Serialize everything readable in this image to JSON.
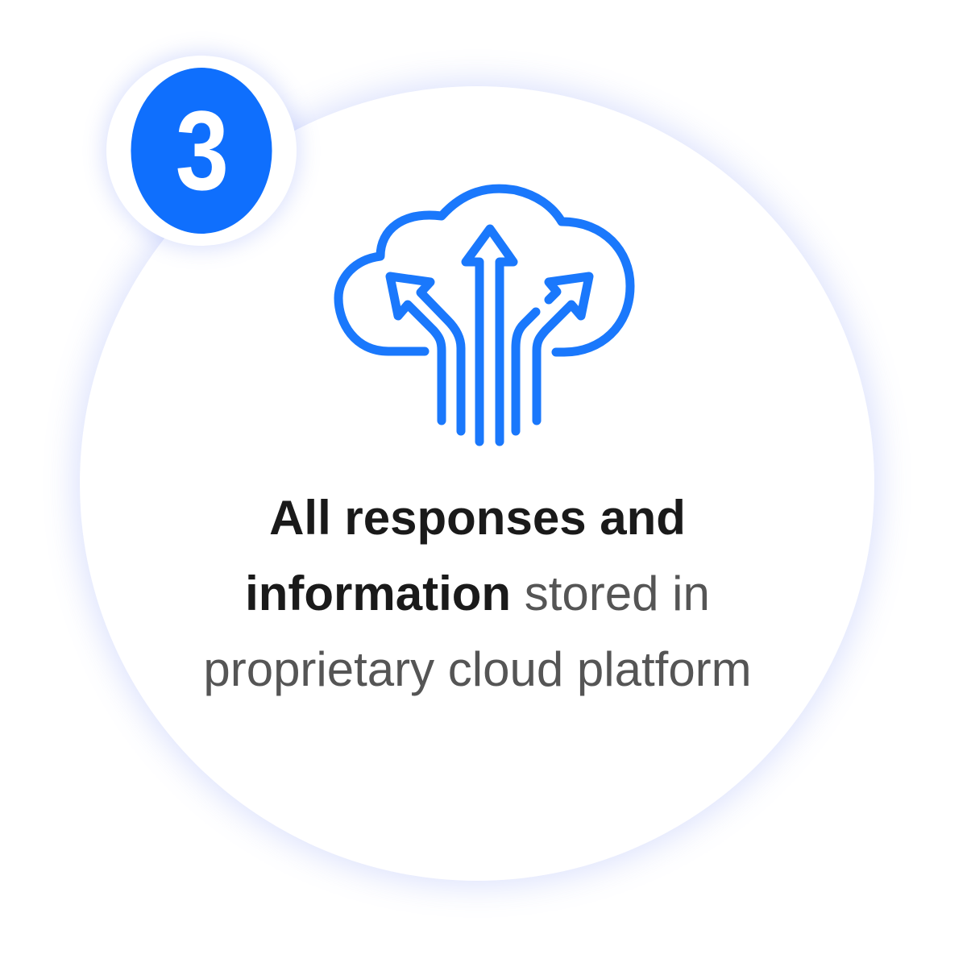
{
  "step_number": "3",
  "caption": {
    "bold": "All responses and information",
    "regular": "stored in proprietary cloud platform"
  },
  "colors": {
    "accent": "#0f6ffd",
    "text_bold": "#1a1a1a",
    "text_regular": "#555555"
  },
  "icon": "cloud-upload-arrows-icon"
}
